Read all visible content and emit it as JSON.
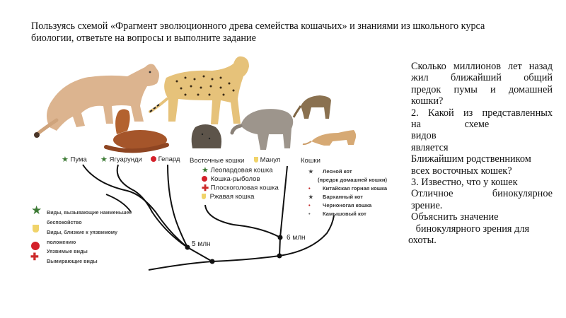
{
  "intro": {
    "line1": "Пользуясь схемой «Фрагмент эволюционного древа семейства кошачьих» и знаниями из школьного курса",
    "line2": "биологии, ответьте на вопросы и выполните задание"
  },
  "questions": {
    "lines": [
      "Сколько миллионов лет назад",
      "жил ближайший общий",
      "предок пумы и домашней",
      "кошки?",
      "2. Какой из представленных",
      "на схеме видов",
      "является",
      "Ближайшим родственником",
      "всех восточных кошек?",
      "3. Известно, что у кошек",
      "Отличное бинокулярное",
      "зрение.",
      "Объяснить значение",
      " бинокулярного зрения для",
      "охоты."
    ]
  },
  "scheme": {
    "species": {
      "puma": "Пума",
      "jaguarundi": "Ягуарунди",
      "cheetah": "Гепард",
      "eastern_cats": "Восточные кошки",
      "manul": "Манул",
      "cats": "Кошки"
    },
    "eastern_list": [
      {
        "name": "Леопардовая кошка",
        "status": "least-concern"
      },
      {
        "name": "Кошка-рыболов",
        "status": "vulnerable"
      },
      {
        "name": "Плоскоголовая кошка",
        "status": "endangered"
      },
      {
        "name": "Ржавая кошка",
        "status": "near-threatened"
      }
    ],
    "cats_list": [
      {
        "name": "Лесной кот",
        "marker": "★"
      },
      {
        "name": "(предок домашней кошки)",
        "marker": ""
      },
      {
        "name": "Китайская горная кошка",
        "marker": "•"
      },
      {
        "name": "Барханный кот",
        "marker": "★"
      },
      {
        "name": "Черноногая кошка",
        "marker": "•"
      },
      {
        "name": "Камышовый кот",
        "marker": "•"
      }
    ],
    "nodes": {
      "five_mln": "5 млн",
      "six_mln": "6 млн"
    },
    "legend": [
      {
        "icon": "green-star",
        "line1": "Виды, вызывающие наименьшее",
        "line2": "беспокойство"
      },
      {
        "icon": "yellow-cup",
        "line1": "Виды, близкие к уязвимому",
        "line2": "положению"
      },
      {
        "icon": "red-circle",
        "line1": "Уязвимые виды",
        "line2": ""
      },
      {
        "icon": "red-cross",
        "line1": "Вымирающие виды",
        "line2": ""
      }
    ],
    "colors": {
      "least_concern": "#3c7a34",
      "near_threatened": "#f0d36a",
      "vulnerable": "#d4202a",
      "endangered": "#cc2a2a",
      "tree_line": "#111111"
    }
  }
}
